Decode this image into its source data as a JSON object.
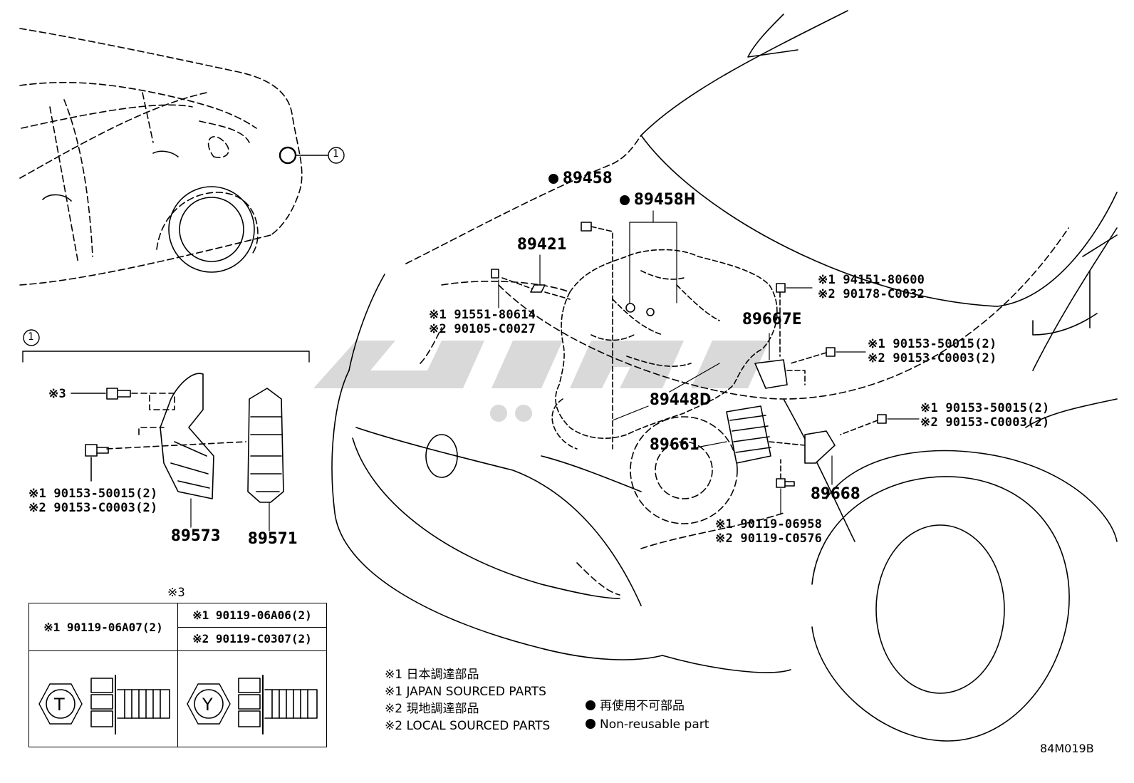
{
  "callout_1": "①",
  "note_3": "※3",
  "parts": {
    "p89458": "89458",
    "p89458H": "89458H",
    "p89421": "89421",
    "p89667E": "89667E",
    "p89448D": "89448D",
    "p89661": "89661",
    "p89668": "89668",
    "p89573": "89573",
    "p89571": "89571"
  },
  "fasteners": {
    "a1": "※1 94151-80600",
    "a2": "※2 90178-C0032",
    "b1": "※1 91551-80614",
    "b2": "※2 90105-C0027",
    "c1": "※1 90153-50015(2)",
    "c2": "※2 90153-C0003(2)",
    "d1": "※1 90153-50015(2)",
    "d2": "※2 90153-C0003(2)",
    "e1": "※1 90119-06958",
    "e2": "※2 90119-C0576",
    "f1": "※1 90153-50015(2)",
    "f2": "※2 90153-C0003(2)",
    "g3": "※3"
  },
  "table": {
    "caption": "※3",
    "left_header": "※1 90119-06A07(2)",
    "right_top": "※1 90119-06A06(2)",
    "right_bottom": "※2 90119-C0307(2)",
    "head_left_letter": "T",
    "head_right_letter": "Y"
  },
  "legend": {
    "l1": "※1 日本調達部品",
    "l2": "※1 JAPAN SOURCED PARTS",
    "l3": "※2 現地調達部品",
    "l4": "※2 LOCAL SOURCED PARTS",
    "n1": "再使用不可部品",
    "n2": "Non-reusable part"
  },
  "diagram_code": "84M019B"
}
